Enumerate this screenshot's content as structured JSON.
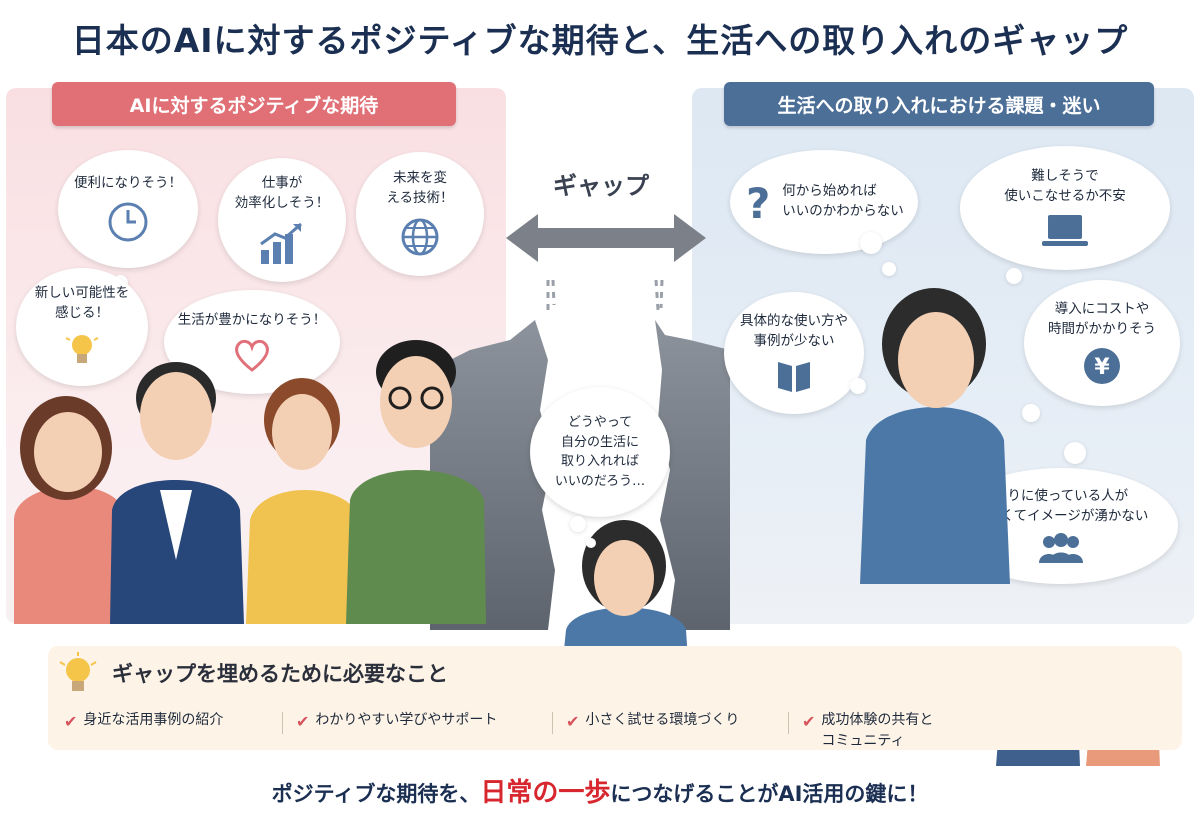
{
  "title": "日本のAIに対するポジティブな期待と、生活への取り入れのギャップ",
  "left_panel": {
    "banner": "AIに対するポジティブな期待",
    "bubbles": [
      {
        "text": "便利になりそう！",
        "icon": "clock-icon"
      },
      {
        "text": "仕事が\n効率化しそう！",
        "icon": "growth-chart-icon"
      },
      {
        "text": "未来を変\nえる技術！",
        "icon": "globe-icon"
      },
      {
        "text": "新しい可能性を\n感じる！",
        "icon": "lightbulb-icon"
      },
      {
        "text": "生活が豊かになりそう！",
        "icon": "heart-icon"
      }
    ]
  },
  "gap": {
    "label": "ギャップ",
    "center_thought": "どうやって\n自分の生活に\n取り入れれば\nいいのだろう…"
  },
  "right_panel": {
    "banner": "生活への取り入れにおける課題・迷い",
    "bubbles": [
      {
        "text": "何から始めれば\nいいのかわからない",
        "icon": "question-icon"
      },
      {
        "text": "難しそうで\n使いこなせるか不安",
        "icon": "laptop-icon"
      },
      {
        "text": "具体的な使い方や\n事例が少ない",
        "icon": "book-icon"
      },
      {
        "text": "導入にコストや\n時間がかかりそう",
        "icon": "yen-icon"
      },
      {
        "text": "周りに使っている人が\n少なくてイメージが湧かない",
        "icon": "people-icon"
      }
    ]
  },
  "bottom": {
    "heading": "ギャップを埋めるために必要なこと",
    "items": [
      "身近な活用事例の紹介",
      "わかりやすい学びやサポート",
      "小さく試せる環境づくり",
      "成功体験の共有と\nコミュニティ"
    ]
  },
  "footer": {
    "pre": "ポジティブな期待を、",
    "emphasis": "日常の一歩",
    "post": "につなげることがAI活用の鍵に！"
  },
  "colors": {
    "left_banner": "#e07076",
    "right_banner": "#4c6f98",
    "title": "#1b2f52",
    "emphasis": "#d8262f",
    "check": "#d8545c"
  }
}
